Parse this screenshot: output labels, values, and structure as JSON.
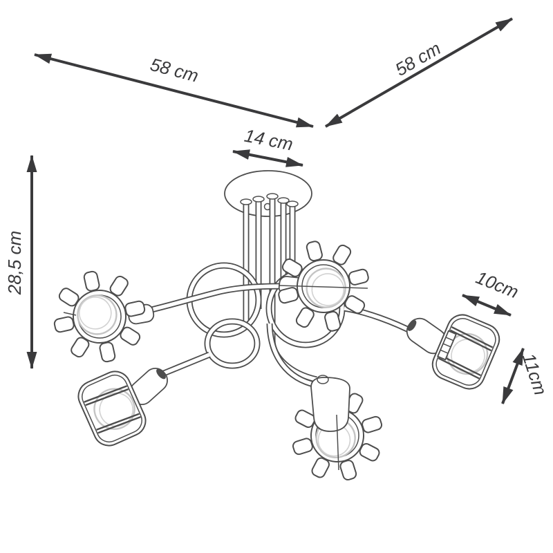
{
  "figure": {
    "type": "product-dimension-diagram",
    "labels": {
      "diag_left": "58 cm",
      "diag_right": "58 cm",
      "canopy_width": "14 cm",
      "height": "28,5 cm",
      "shade_diameter": "10cm",
      "shade_height": "11cm"
    },
    "colors": {
      "background": "#ffffff",
      "line": "#4d4d4d",
      "bulb_line": "#c4c4c4",
      "dimension": "#3a3a3c"
    }
  }
}
